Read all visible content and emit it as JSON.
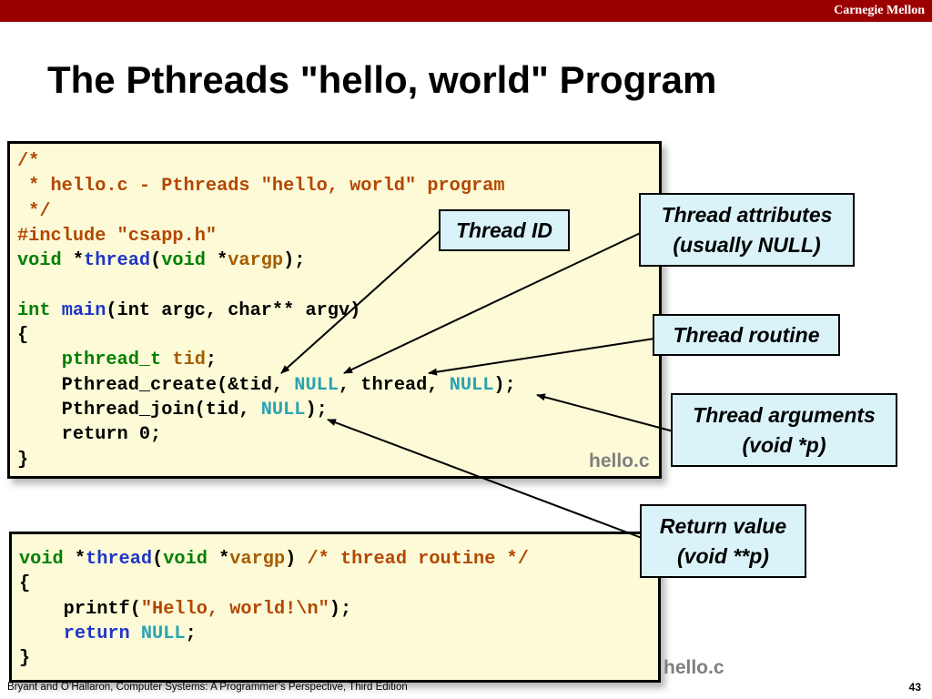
{
  "header": {
    "brand": "Carnegie Mellon",
    "bar_color": "#9b0000"
  },
  "slide": {
    "title": "The Pthreads \"hello, world\" Program"
  },
  "colors": {
    "default": "#000000",
    "keyword": "#008000",
    "identifier": "#1e35c8",
    "string": "#b34700",
    "const": "#2ba2b2",
    "param": "#a45c00"
  },
  "code_main": {
    "file_label": "hello.c",
    "lines": [
      [
        [
          "/*",
          "string"
        ]
      ],
      [
        [
          " * hello.c - Pthreads \"hello, world\" program",
          "string"
        ]
      ],
      [
        [
          " */",
          "string"
        ]
      ],
      [
        [
          "#include \"csapp.h\"",
          "string"
        ]
      ],
      [
        [
          "void",
          "keyword"
        ],
        [
          " *",
          "default"
        ],
        [
          "thread",
          "identifier"
        ],
        [
          "(",
          "default"
        ],
        [
          "void",
          "keyword"
        ],
        [
          " *",
          "default"
        ],
        [
          "vargp",
          "param"
        ],
        [
          ");",
          "default"
        ]
      ],
      [
        [
          "",
          "default"
        ]
      ],
      [
        [
          "int",
          "keyword"
        ],
        [
          " ",
          "default"
        ],
        [
          "main",
          "identifier"
        ],
        [
          "(int argc, char** argv)",
          "default"
        ]
      ],
      [
        [
          "{",
          "default"
        ]
      ],
      [
        [
          "    ",
          "default"
        ],
        [
          "pthread_t",
          "keyword"
        ],
        [
          " ",
          "default"
        ],
        [
          "tid",
          "param"
        ],
        [
          ";",
          "default"
        ]
      ],
      [
        [
          "    Pthread_create(&tid, ",
          "default"
        ],
        [
          "NULL",
          "const"
        ],
        [
          ", thread, ",
          "default"
        ],
        [
          "NULL",
          "const"
        ],
        [
          ");",
          "default"
        ]
      ],
      [
        [
          "    Pthread_join(tid, ",
          "default"
        ],
        [
          "NULL",
          "const"
        ],
        [
          ");",
          "default"
        ]
      ],
      [
        [
          "    return 0;",
          "default"
        ]
      ],
      [
        [
          "}",
          "default"
        ]
      ]
    ]
  },
  "code_thread": {
    "file_label": "hello.c",
    "lines": [
      [
        [
          "void",
          "keyword"
        ],
        [
          " *",
          "default"
        ],
        [
          "thread",
          "identifier"
        ],
        [
          "(",
          "default"
        ],
        [
          "void",
          "keyword"
        ],
        [
          " *",
          "default"
        ],
        [
          "vargp",
          "param"
        ],
        [
          ") ",
          "default"
        ],
        [
          "/* thread routine */",
          "string"
        ]
      ],
      [
        [
          "{",
          "default"
        ]
      ],
      [
        [
          "    printf(",
          "default"
        ],
        [
          "\"Hello, world!\\n\"",
          "string"
        ],
        [
          ");",
          "default"
        ]
      ],
      [
        [
          "    ",
          "default"
        ],
        [
          "return",
          "identifier"
        ],
        [
          " ",
          "default"
        ],
        [
          "NULL",
          "const"
        ],
        [
          ";",
          "default"
        ]
      ],
      [
        [
          "}",
          "default"
        ]
      ]
    ]
  },
  "callouts": {
    "thread_id": {
      "line1": "Thread ID",
      "line2": ""
    },
    "thread_attributes": {
      "line1": "Thread attributes",
      "line2": "(usually NULL)"
    },
    "thread_routine": {
      "line1": "Thread routine",
      "line2": ""
    },
    "thread_arguments": {
      "line1": "Thread arguments",
      "line2": "(void *p)"
    },
    "return_value": {
      "line1": "Return value",
      "line2": "(void **p)"
    }
  },
  "footer": {
    "citation": "Bryant and O’Hallaron, Computer Systems: A Programmer’s Perspective, Third Edition",
    "page_number": "43"
  }
}
